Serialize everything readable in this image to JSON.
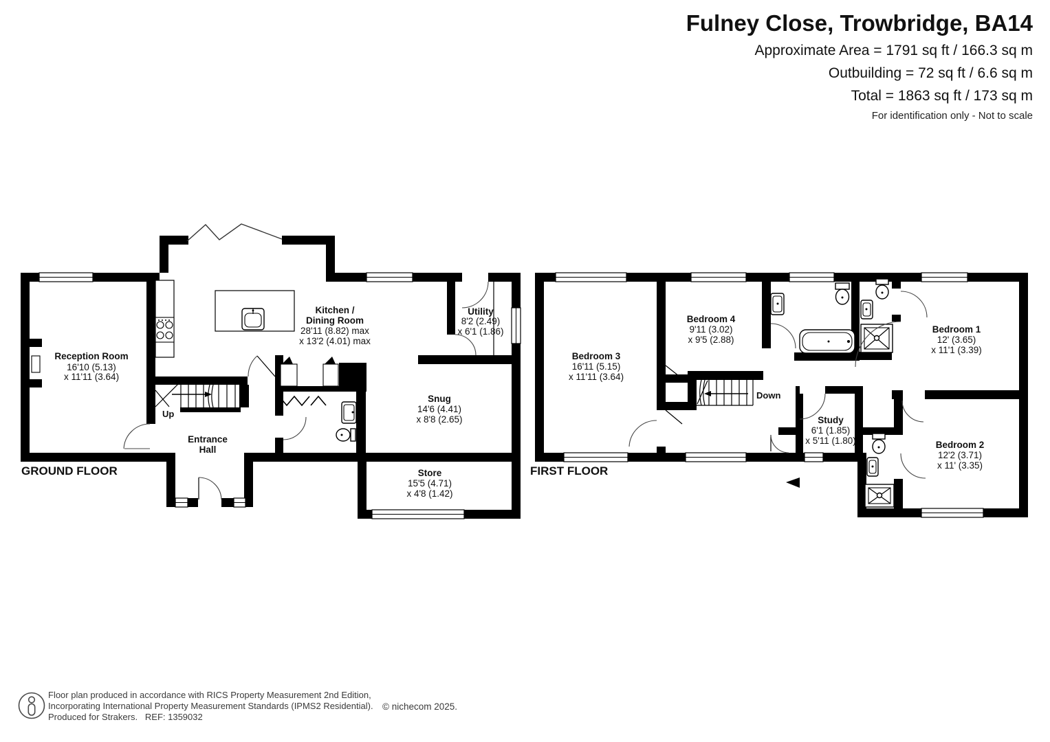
{
  "header": {
    "title": "Fulney Close, Trowbridge, BA14",
    "area_line1": "Approximate Area = 1791 sq ft / 166.3 sq m",
    "area_line2": "Outbuilding = 72 sq ft / 6.6 sq m",
    "area_line3": "Total = 1863 sq ft / 173 sq m",
    "note": "For identification only - Not to scale"
  },
  "floors": {
    "ground": {
      "label": "GROUND FLOOR",
      "stairs": "Up"
    },
    "first": {
      "label": "FIRST FLOOR",
      "stairs": "Down"
    }
  },
  "rooms": {
    "reception": {
      "name": "Reception Room",
      "dim1": "16'10 (5.13)",
      "dim2": "x 11'11 (3.64)"
    },
    "kitchen": {
      "name1": "Kitchen /",
      "name2": "Dining Room",
      "dim1": "28'11 (8.82) max",
      "dim2": "x 13'2 (4.01) max"
    },
    "utility": {
      "name": "Utility",
      "dim1": "8'2 (2.49)",
      "dim2": "x 6'1 (1.86)"
    },
    "snug": {
      "name": "Snug",
      "dim1": "14'6 (4.41)",
      "dim2": "x 8'8 (2.65)"
    },
    "entrance": {
      "name1": "Entrance",
      "name2": "Hall"
    },
    "store": {
      "name": "Store",
      "dim1": "15'5 (4.71)",
      "dim2": "x 4'8 (1.42)"
    },
    "bedroom3": {
      "name": "Bedroom 3",
      "dim1": "16'11 (5.15)",
      "dim2": "x 11'11 (3.64)"
    },
    "bedroom4": {
      "name": "Bedroom 4",
      "dim1": "9'11 (3.02)",
      "dim2": "x 9'5 (2.88)"
    },
    "bedroom1": {
      "name": "Bedroom 1",
      "dim1": "12' (3.65)",
      "dim2": "x 11'1 (3.39)"
    },
    "bedroom2": {
      "name": "Bedroom 2",
      "dim1": "12'2 (3.71)",
      "dim2": "x 11' (3.35)"
    },
    "study": {
      "name": "Study",
      "dim1": "6'1 (1.85)",
      "dim2": "x 5'11 (1.80)"
    }
  },
  "footer": {
    "line1": "Floor plan produced in accordance with RICS Property Measurement 2nd Edition,",
    "line2": "Incorporating International Property Measurement Standards (IPMS2 Residential).",
    "line3": "Produced for Strakers.   REF: 1359032",
    "copyright": "© nichecom 2025."
  },
  "colors": {
    "wall": "#000000",
    "text": "#111111",
    "footer_text": "#3a3a3a"
  }
}
